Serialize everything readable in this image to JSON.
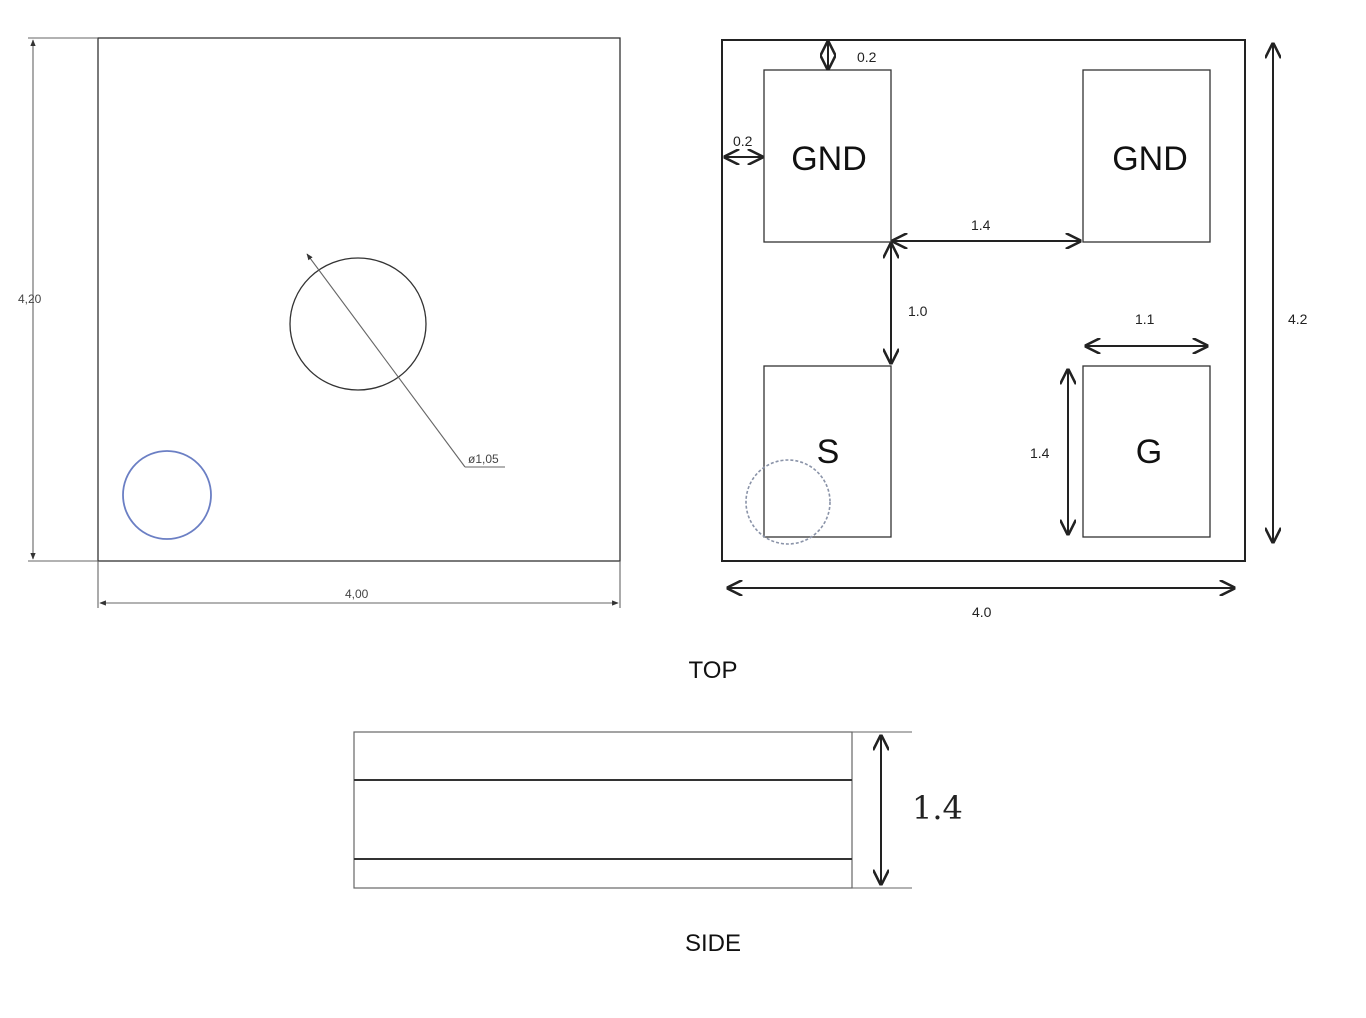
{
  "left_view": {
    "height_label": "4,20",
    "width_label": "4,00",
    "hole_label": "ø1,05"
  },
  "right_view": {
    "pads": [
      "GND",
      "GND",
      "S",
      "G"
    ],
    "dim_top_clearance": "0.2",
    "dim_left_clearance": "0.2",
    "dim_pad_gap_h": "1.4",
    "dim_pad_gap_v": "1.0",
    "dim_pad_width": "1.1",
    "dim_pad_height": "1.4",
    "dim_height": "4.2",
    "dim_width": "4.0"
  },
  "labels": {
    "top": "TOP",
    "side": "SIDE"
  },
  "side_view": {
    "thickness_label": "1.4"
  },
  "colors": {
    "line": "#333333",
    "marker_blue": "#6b7fc4",
    "marker_gray": "#8a93a8"
  }
}
